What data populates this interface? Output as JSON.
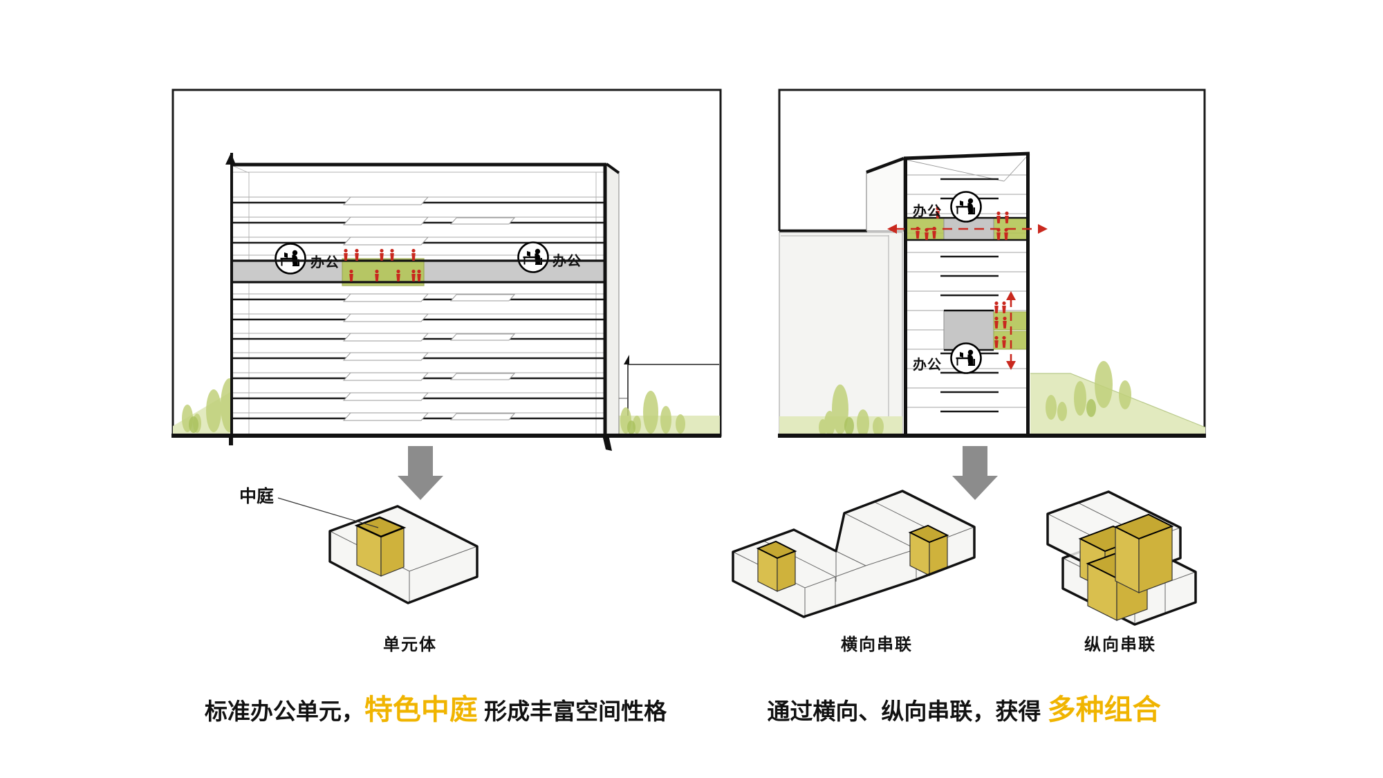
{
  "left_panel": {
    "office_label_1": "办公",
    "office_label_2": "办公",
    "atrium_label": "中庭",
    "unit_label": "单元体",
    "caption": {
      "part1": "标准办公单元，",
      "highlight": "特色中庭",
      "part2": " 形成丰富空间性格"
    }
  },
  "right_panel": {
    "office_label_top": "办公",
    "office_label_bottom": "办公",
    "horizontal_label": "横向串联",
    "vertical_label": "纵向串联",
    "caption": {
      "part1": "通过横向、纵向串联，获得 ",
      "highlight": "多种组合"
    }
  },
  "colors": {
    "accent_yellow": "#f0b400",
    "highlight_green": "#b4c657",
    "signal_red": "#c9281e",
    "cube_yellow": "#d9bf4e",
    "arrow_gray": "#8c8c8c",
    "band_gray": "#cacaca",
    "grass_green": "#e2eabf",
    "tree_green": "#c1d17b"
  }
}
